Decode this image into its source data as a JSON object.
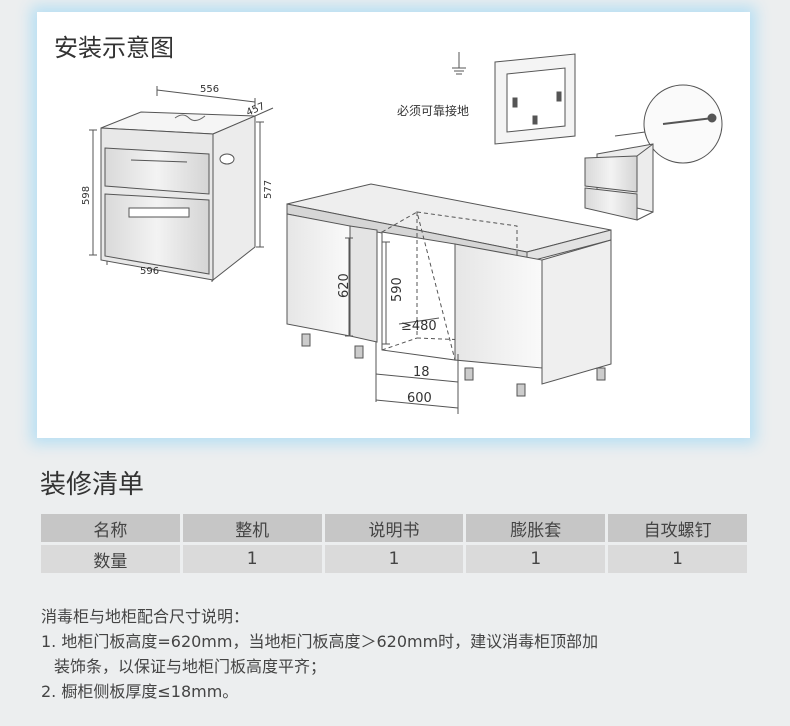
{
  "diagram": {
    "title": "安装示意图",
    "ground_label": "必须可靠接地",
    "dims": {
      "width_top": "556",
      "depth": "457",
      "height_left": "598",
      "height_right": "577",
      "width_bottom": "596",
      "cabinet_door_height": "620",
      "opening_height": "590",
      "opening_depth": "≥480",
      "side_thickness": "18",
      "opening_width": "600"
    }
  },
  "packing_list": {
    "title": "装修清单",
    "headers": [
      "名称",
      "整机",
      "说明书",
      "膨胀套",
      "自攻螺钉"
    ],
    "row": [
      "数量",
      "1",
      "1",
      "1",
      "1"
    ]
  },
  "notes": {
    "heading": "消毒柜与地柜配合尺寸说明：",
    "item1_line1": "1. 地柜门板高度=620mm，当地柜门板高度＞620mm时，建议消毒柜顶部加",
    "item1_line2": "装饰条，以保证与地柜门板高度平齐；",
    "item2": "2. 橱柜侧板厚度≤18mm。"
  }
}
